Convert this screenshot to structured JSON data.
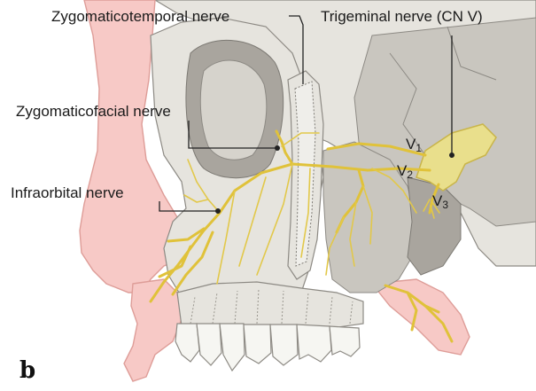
{
  "labels": {
    "zygomaticotemporal": "Zygomaticotemporal nerve",
    "trigeminal": "Trigeminal nerve (CN V)",
    "zygomaticofacial": "Zygomaticofacial nerve",
    "infraorbital": "Infraorbital nerve",
    "v1_base": "V",
    "v1_sub": "1",
    "v2_base": "V",
    "v2_sub": "2",
    "v3_base": "V",
    "v3_sub": "3",
    "panel": "b"
  },
  "colors": {
    "nerve": "#e0c23a",
    "ganglion": "#e9df8c",
    "soft_tissue": "#f7c9c6",
    "bone": "#e6e4de"
  }
}
